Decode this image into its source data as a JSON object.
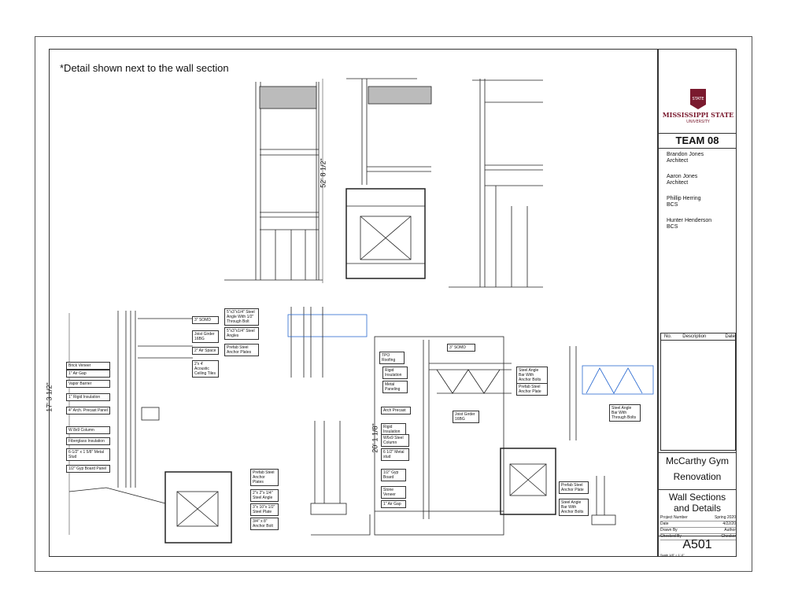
{
  "note": "*Detail shown next to the wall section",
  "title_block": {
    "logo_word": "STATE",
    "logo_line1": "MISSISSIPPI STATE",
    "logo_line2": "UNIVERSITY",
    "team": "TEAM 08",
    "members": [
      {
        "name": "Brandon Jones",
        "role": "Architect"
      },
      {
        "name": "Aaron Jones",
        "role": "Architect"
      },
      {
        "name": "Phillip Herring",
        "role": "BCS"
      },
      {
        "name": "Hunter Henderson",
        "role": "BCS"
      }
    ],
    "rev_headers": [
      "No.",
      "Description",
      "Date"
    ],
    "project_line1": "McCarthy Gym",
    "project_line2": "Renovation",
    "sheet_title1": "Wall Sections",
    "sheet_title2": "and Details",
    "meta": [
      {
        "label": "Project Number",
        "value": "Spring 2020"
      },
      {
        "label": "Date",
        "value": "4/22/20"
      },
      {
        "label": "Drawn By",
        "value": "Author"
      },
      {
        "label": "Checked By",
        "value": "Checker"
      }
    ],
    "sheet_number": "A501",
    "scale": "Scale 1/8\" = 1'-0\""
  },
  "dimensions": {
    "top_section": "52' 8 1/2\"",
    "left_section": "17' 3 1/2\"",
    "right_section": "20' 1 1/8\""
  },
  "callouts_left": [
    "Brick Veneer",
    "1\" Air Gap",
    "Vapor Barrier",
    "1\" Rigid Insulation",
    "4\" Arch. Precast Panel",
    "W 8x9 Column",
    "Fiberglass Insulation",
    "6-1/2\" x 1 5/8\" Metal Stud",
    "1/2\" Gyp Board Panel"
  ],
  "callouts_left_top": [
    "3\" SOMD",
    "Joist Girder 16BG",
    "2\" Air Space",
    "2'x 4' Acoustic Ceiling Tiles"
  ],
  "callouts_mid_top": [
    "5\"x3\"x1/4\" Steel Angle With 1/2\" Through Bolt",
    "5\"x3\"x1/4\" Steel Angles",
    "Prefab Steel Anchor Plates"
  ],
  "callouts_mid_bottom": [
    "Prefab Steel Anchor Plates",
    "2\"x 2\"x 1/4\" Steel Angle",
    "3\"x 10\"x 1/2\" Steel Plate",
    "3/4\" x 8\" Anchor Bolt"
  ],
  "callouts_right": [
    "TPO Roofing",
    "Rigid Insulation",
    "Metal Paneling",
    "Arch Precast",
    "Rigid Insulation",
    "W6x9 Steel Column",
    "6 1/2\" Metal stud",
    "1/2\" Gyp Board",
    "Stone Veneer",
    "1\" Air Gap"
  ],
  "callouts_right_top": [
    "3\" SOMD",
    "Joist Girder 16BG"
  ],
  "callouts_far_right": [
    "Steel Angle Bar With Anchor Bolts",
    "Prefab Steel Anchor Plate",
    "Steel Angle Bar With Through Bolts",
    "Prefab Steel Anchor Plate",
    "Steel Angle Bar With Anchor Bolts"
  ],
  "colors": {
    "maroon": "#7a1a2e",
    "line": "#222222",
    "blue": "#2a6ad1"
  }
}
